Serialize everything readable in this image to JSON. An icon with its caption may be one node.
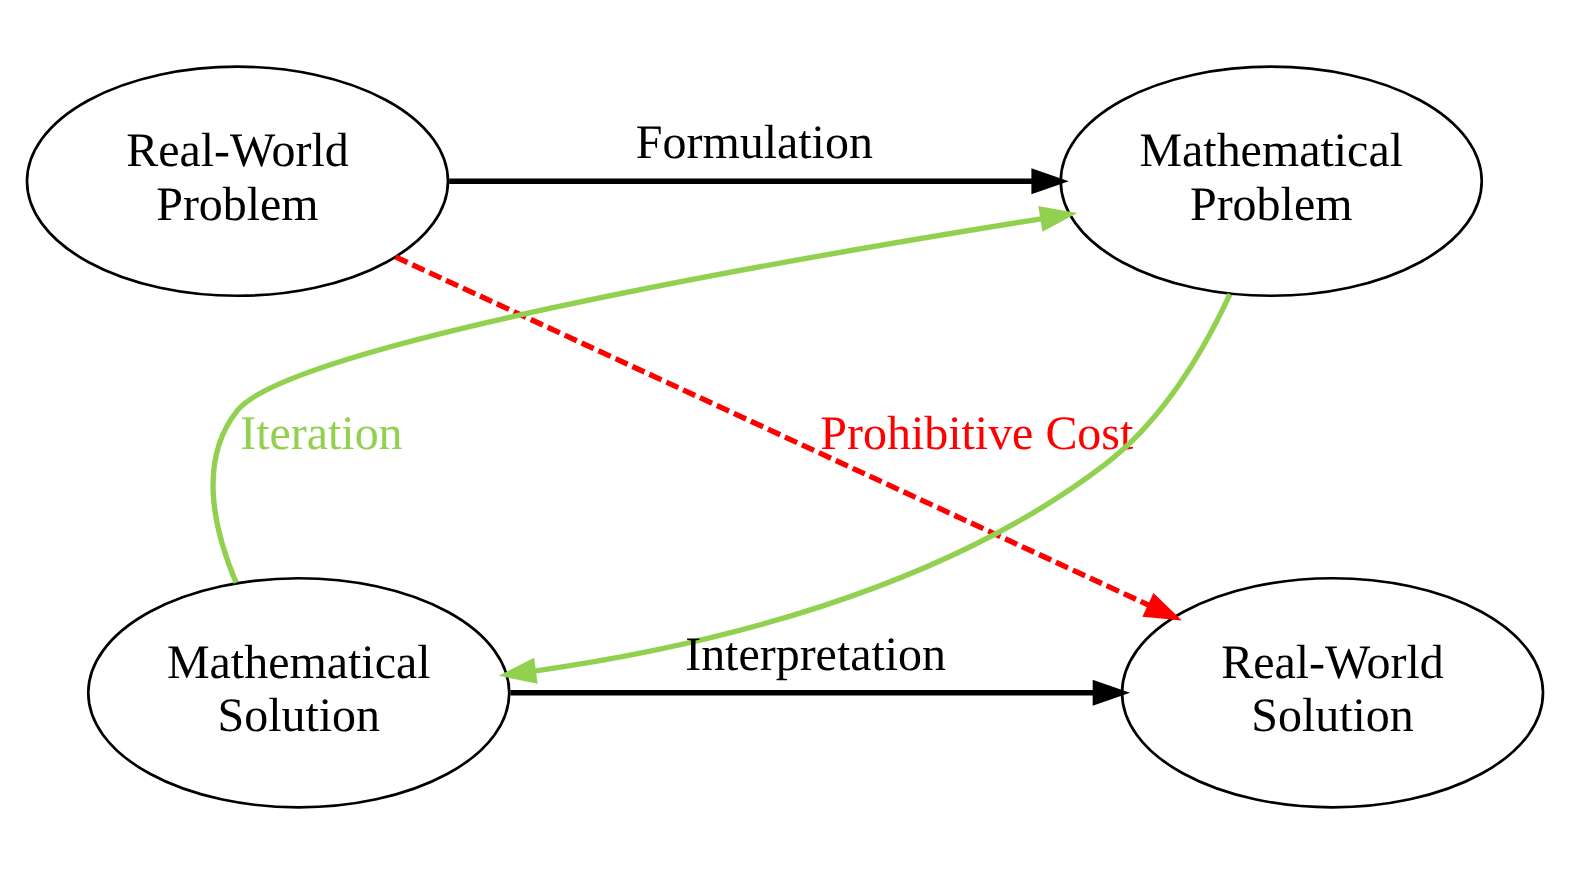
{
  "diagram": {
    "nodes": [
      {
        "text": [
          "Real-World Problem"
        ]
      },
      {
        "text": [
          "Mathematical Problem"
        ]
      },
      {
        "text": [
          "Real-World Solution"
        ]
      },
      {
        "text": [
          "Mathematical Solution"
        ]
      }
    ],
    "edges": [
      {
        "from": 0,
        "to": 1,
        "arrow": "to",
        "label": "Formulation"
      },
      {
        "from": 0,
        "to": 2,
        "arrow": "to",
        "label": "Prohibitive Cost",
        "style": "dashed",
        "color": "#ff0000"
      },
      {
        "from": 3,
        "to": 1,
        "arrow": "to",
        "label": "Iteration",
        "color": "#92d050"
      },
      {
        "from": 1,
        "to": 3,
        "arrow": "to",
        "color": "#92d050"
      },
      {
        "from": 3,
        "to": 2,
        "arrow": "to",
        "label": "Interpretation"
      }
    ]
  }
}
